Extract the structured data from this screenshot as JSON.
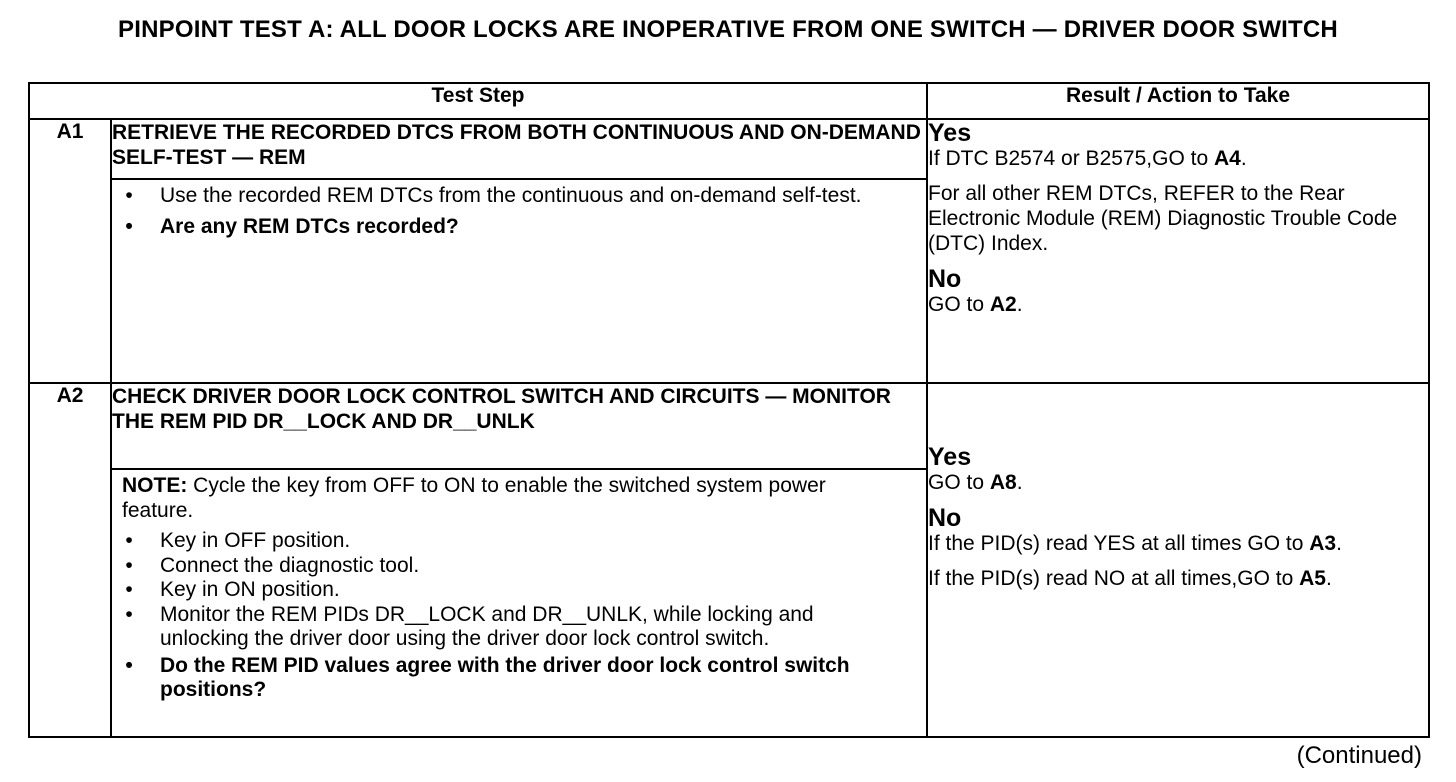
{
  "title": "PINPOINT TEST A: ALL DOOR LOCKS ARE INOPERATIVE FROM ONE SWITCH — DRIVER DOOR SWITCH",
  "columns": {
    "test_step": "Test Step",
    "result": "Result / Action to Take"
  },
  "steps": [
    {
      "id": "A1",
      "heading": "RETRIEVE THE RECORDED DTCS FROM BOTH CONTINUOUS AND ON-DEMAND SELF-TEST — REM",
      "bullets": [
        "Use the recorded REM DTCs from the continuous and on-demand self-test.",
        "Are any REM DTCs recorded?"
      ],
      "results": {
        "yes_label": "Yes",
        "yes_1_prefix": "If DTC B2574 or B2575,GO to ",
        "yes_1_target": "A4",
        "yes_1_suffix": ".",
        "yes_2": "For all other REM DTCs, REFER to the Rear Electronic Module (REM) Diagnostic Trouble Code (DTC) Index.",
        "no_label": "No",
        "no_1_prefix": "GO to ",
        "no_1_target": "A2",
        "no_1_suffix": "."
      }
    },
    {
      "id": "A2",
      "heading": "CHECK DRIVER DOOR LOCK CONTROL SWITCH AND CIRCUITS — MONITOR THE REM PID DR__LOCK AND DR__UNLK",
      "note_label": "NOTE:",
      "note_text": " Cycle the key from OFF to ON to enable the switched system power feature.",
      "bullets": [
        "Key in OFF position.",
        "Connect the diagnostic tool.",
        "Key in ON position.",
        "Monitor the REM PIDs DR__LOCK and DR__UNLK, while locking and unlocking the driver door using the driver door lock control switch.",
        "Do the REM PID values agree with the driver door lock control switch positions?"
      ],
      "results": {
        "yes_label": "Yes",
        "yes_1_prefix": "GO to ",
        "yes_1_target": "A8",
        "yes_1_suffix": ".",
        "no_label": "No",
        "no_1_prefix": "If the PID(s) read YES at all times GO to ",
        "no_1_target": "A3",
        "no_1_suffix": ".",
        "no_2_prefix": "If the PID(s) read NO at all times,GO to ",
        "no_2_target": "A5",
        "no_2_suffix": "."
      }
    }
  ],
  "continued": "(Continued)"
}
